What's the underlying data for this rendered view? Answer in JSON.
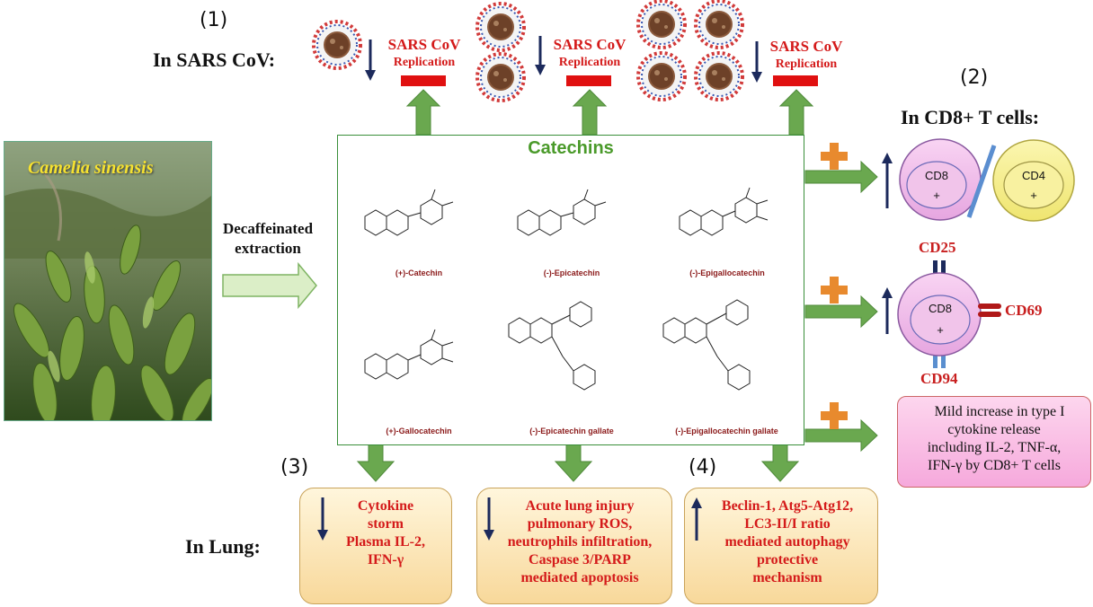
{
  "labels": {
    "n1": "(1)",
    "n2": "(2)",
    "n3": "(3)",
    "n4": "(4)",
    "in_sars": "In SARS CoV:",
    "in_cd8": "In CD8+ T cells:",
    "in_lung": "In Lung:",
    "plant": "Camelia sinensis",
    "extraction_l1": "Decaffeinated",
    "extraction_l2": "extraction",
    "catechins": "Catechins"
  },
  "sars": [
    {
      "l1": "SARS CoV",
      "l2": "Replication"
    },
    {
      "l1": "SARS CoV",
      "l2": "Replication"
    },
    {
      "l1": "SARS CoV",
      "l2": "Replication"
    }
  ],
  "molecules": [
    "(+)-Catechin",
    "(-)-Epicatechin",
    "(-)-Epigallocatechin",
    "(+)-Gallocatechin",
    "(-)-Epicatechin gallate",
    "(-)-Epigallocatechin gallate"
  ],
  "cells": {
    "cd8": "CD8",
    "cd4": "CD4",
    "plus": "+",
    "cd25": "CD25",
    "cd69": "CD69",
    "cd94": "CD94"
  },
  "mild_box": {
    "l1": "Mild increase in type I",
    "l2": "cytokine release",
    "l3": "including  IL-2, TNF-α,",
    "l4": "IFN-γ by CD8+ T cells"
  },
  "lung_boxes": [
    {
      "lines": [
        "Cytokine",
        "storm",
        "Plasma IL-2,",
        "IFN-γ"
      ]
    },
    {
      "lines": [
        "Acute lung injury",
        "pulmonary ROS,",
        "neutrophils infiltration,",
        "Caspase 3/PARP",
        "mediated apoptosis"
      ]
    },
    {
      "lines": [
        "Beclin-1, Atg5-Atg12,",
        "LC3-II/I ratio",
        "mediated autophagy",
        "protective",
        "mechanism"
      ]
    }
  ],
  "colors": {
    "arrow_green": "#6aa84f",
    "inhibit_red": "#e01010",
    "down_arrow_navy": "#1c2a5c",
    "plus_orange": "#e88a2e",
    "text_red": "#d41a1a"
  }
}
